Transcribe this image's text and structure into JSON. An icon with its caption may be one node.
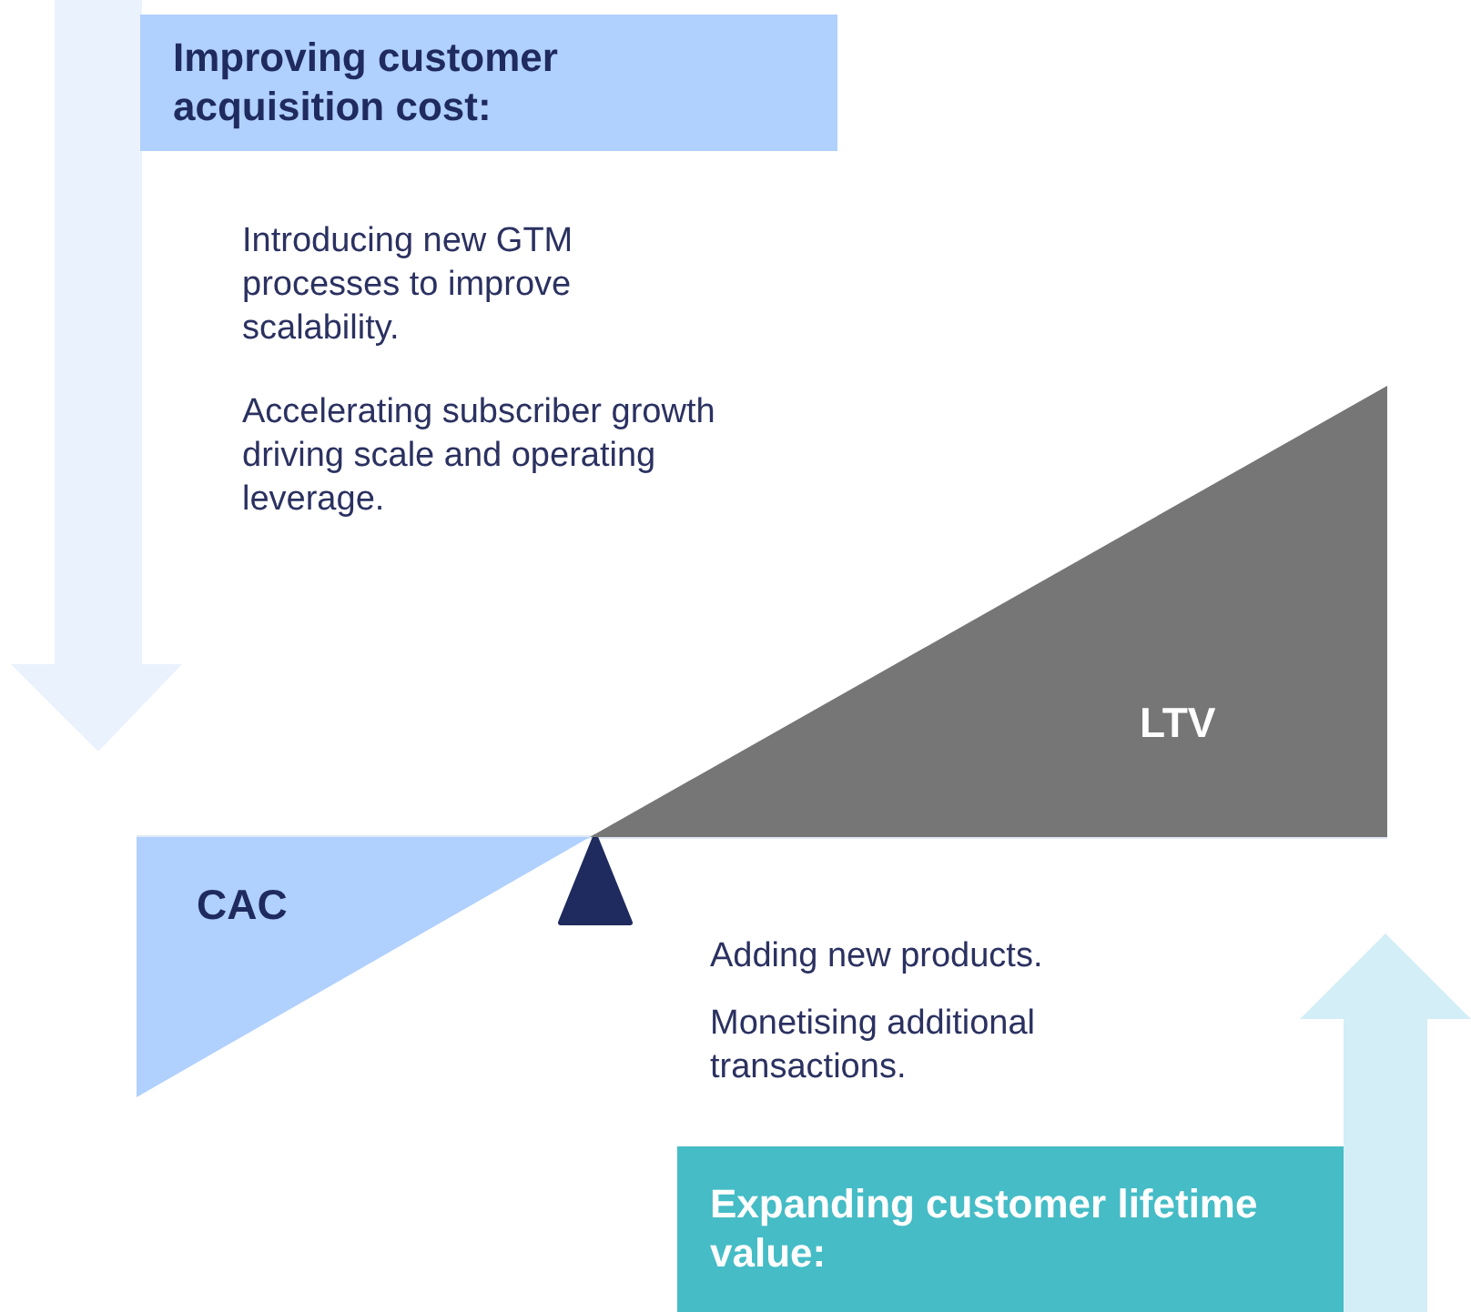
{
  "diagram": {
    "nodes": [
      {
        "text": [
          "Improving customer acquisition cost:"
        ]
      },
      {
        "text": [
          "LTV"
        ]
      },
      {
        "text": [
          "CAC"
        ]
      },
      {
        "text": [
          "Expanding customer lifetime value:"
        ]
      }
    ],
    "labels": [
      "Introducing new GTM processes to improve scalability.",
      "Accelerating subscriber growth driving scale and operating leverage.",
      "Adding new products.",
      "Monetising additional transactions."
    ]
  }
}
